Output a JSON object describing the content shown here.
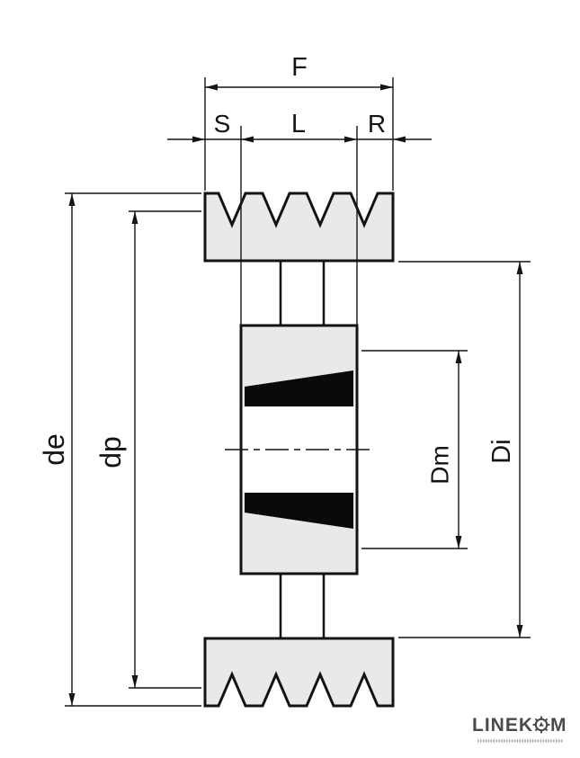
{
  "colors": {
    "line": "#141414",
    "metal_fill": "#e9e9e9",
    "wedge_fill": "#0a0a0a",
    "logo": "#4a4a4a"
  },
  "dimensions": {
    "F": "F",
    "S": "S",
    "L": "L",
    "R": "R",
    "de": "de",
    "dp": "dp",
    "Dm": "Dm",
    "Di": "Di"
  },
  "logo": {
    "left": "LINEK",
    "right": "M",
    "gear_icon": "gear-icon"
  }
}
